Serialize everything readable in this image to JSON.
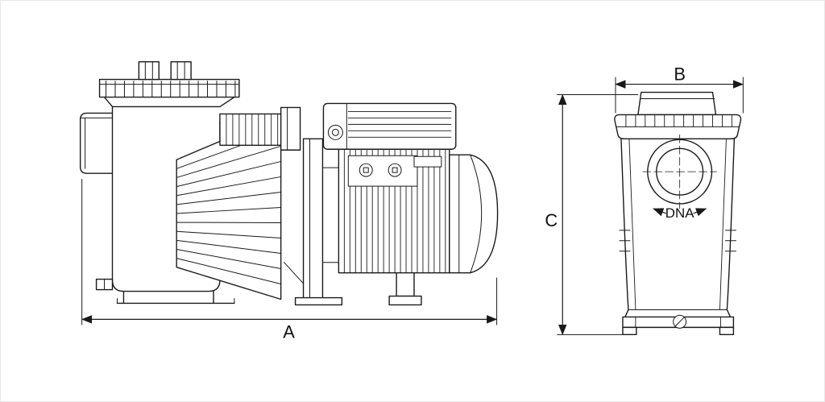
{
  "drawing": {
    "labels": {
      "overall_length": "A",
      "overall_width": "B",
      "overall_height": "C",
      "port_diameter": "DNA"
    },
    "colors": {
      "line": "#1a1a1a",
      "background": "#ffffff"
    }
  }
}
